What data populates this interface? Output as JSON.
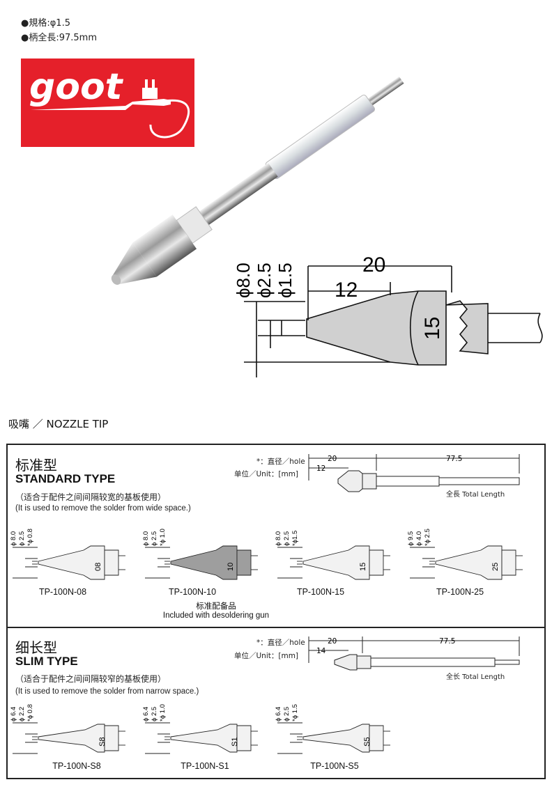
{
  "specs": [
    "●規格:φ1.5",
    "●柄全長:97.5mm"
  ],
  "logo": {
    "text": "goot",
    "bg": "#e5202a"
  },
  "dimension_drawing": {
    "total": "20",
    "part": "12",
    "hex": "15",
    "d1": "ϕ8.0",
    "d2": "ϕ2.5",
    "d3": "ϕ1.5"
  },
  "section_title": "吸嘴 ／ NOZZLE TIP",
  "standard": {
    "cn": "标准型",
    "en": "STANDARD TYPE",
    "note_cn": "（适合于配件之间间隔较宽的基板使用）",
    "note_en": "(It is used to remove the solder from wide space.)",
    "legend_hole": "*：直径／hole",
    "legend_unit": "单位／Unit：[mm]",
    "dim_20": "20",
    "dim_12": "12",
    "dim_775": "77.5",
    "total_length": "全長  Total Length",
    "tips": [
      {
        "name": "TP-100N-08",
        "num": "08",
        "d1": "ϕ 8.0",
        "d2": "ϕ 2.5",
        "d3": "*ϕ 0.8"
      },
      {
        "name": "TP-100N-10",
        "num": "10",
        "d1": "ϕ 8.0",
        "d2": "ϕ 2.5",
        "d3": "*ϕ 1.0"
      },
      {
        "name": "TP-100N-15",
        "num": "15",
        "d1": "ϕ 8.0",
        "d2": "ϕ 2.5",
        "d3": "*ϕ1.5"
      },
      {
        "name": "TP-100N-25",
        "num": "25",
        "d1": "ϕ 9.5",
        "d2": "ϕ 4.0",
        "d3": "*ϕ 2.5"
      }
    ],
    "included_cn": "标准配备品",
    "included_en": "Included with desoldering gun"
  },
  "slim": {
    "cn": "细长型",
    "en": "SLIM TYPE",
    "note_cn": "（适合于配件之间间隔较窄的基板使用）",
    "note_en": "(It is used to remove the solder from narrow space.)",
    "legend_hole": "*：直径／hole",
    "legend_unit": "单位／Unit：[mm]",
    "dim_20": "20",
    "dim_14": "14",
    "dim_775": "77.5",
    "total_length": "全长  Total Length",
    "tips": [
      {
        "name": "TP-100N-S8",
        "num": "S8",
        "d1": "ϕ 6.4",
        "d2": "ϕ 2.2",
        "d3": "*ϕ 0.8"
      },
      {
        "name": "TP-100N-S1",
        "num": "S1",
        "d1": "ϕ 6.4",
        "d2": "ϕ 2.5",
        "d3": "*ϕ 1.0"
      },
      {
        "name": "TP-100N-S5",
        "num": "S5",
        "d1": "ϕ 6.4",
        "d2": "ϕ 2.5",
        "d3": "*ϕ 1.5"
      }
    ]
  }
}
